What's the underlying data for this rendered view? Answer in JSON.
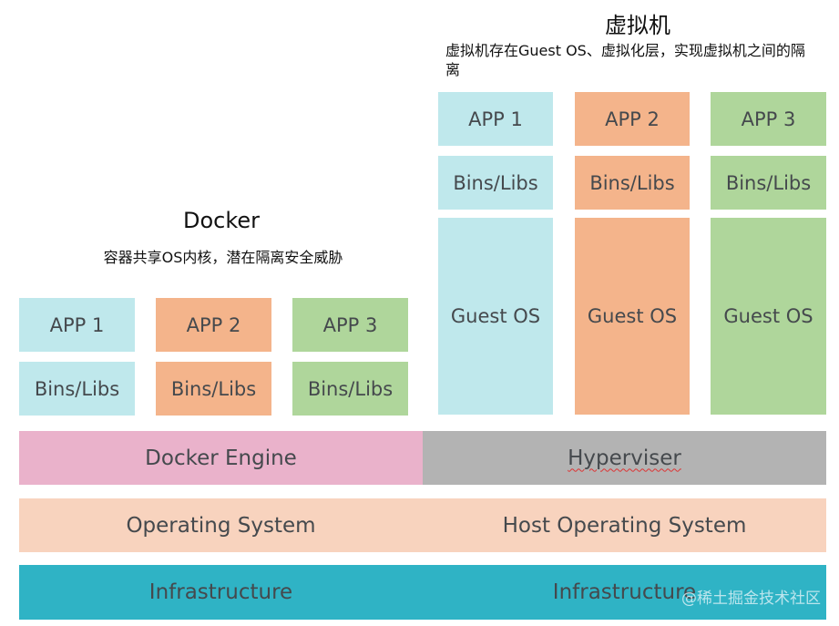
{
  "vm": {
    "title": "虚拟机",
    "description": "虚拟机存在Guest OS、虚拟化层，实现虚拟机之间的隔离",
    "columns": [
      {
        "app": "APP 1",
        "libs": "Bins/Libs",
        "guest_os": "Guest OS",
        "color": "#bfe8ec"
      },
      {
        "app": "APP 2",
        "libs": "Bins/Libs",
        "guest_os": "Guest OS",
        "color": "#f4b48b"
      },
      {
        "app": "APP 3",
        "libs": "Bins/Libs",
        "guest_os": "Guest OS",
        "color": "#afd69b"
      }
    ],
    "hypervisor": "Hyperviser",
    "host_os": "Host Operating System",
    "infrastructure": "Infrastructure"
  },
  "docker": {
    "title": "Docker",
    "description": "容器共享OS内核，潜在隔离安全威胁",
    "columns": [
      {
        "app": "APP 1",
        "libs": "Bins/Libs",
        "color": "#bfe8ec"
      },
      {
        "app": "APP 2",
        "libs": "Bins/Libs",
        "color": "#f4b48b"
      },
      {
        "app": "APP 3",
        "libs": "Bins/Libs",
        "color": "#afd69b"
      }
    ],
    "engine": "Docker Engine",
    "os": "Operating System",
    "infrastructure": "Infrastructure"
  },
  "colors": {
    "engine": "#eab2cb",
    "hypervisor": "#b3b3b3",
    "os": "#f8d3be",
    "infrastructure": "#2fb3c5"
  },
  "watermark": "@稀土掘金技术社区"
}
